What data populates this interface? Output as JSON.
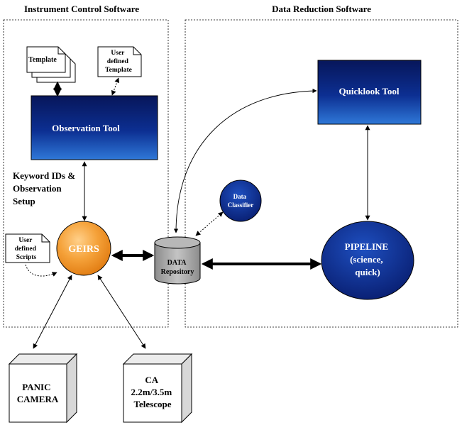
{
  "sections": {
    "instrument": "Instrument Control Software",
    "reduction": "Data Reduction Software"
  },
  "templates": {
    "template": "Template",
    "user_template": [
      "User",
      "defined",
      "Template"
    ]
  },
  "observation_tool": "Observation Tool",
  "quicklook_tool": "Quicklook Tool",
  "keyword_label": [
    "Keyword IDs &",
    "Observation",
    "Setup"
  ],
  "data_classifier": [
    "Data",
    "Classifier"
  ],
  "geirs": "GEIRS",
  "user_scripts": [
    "User",
    "defined",
    "Scripts"
  ],
  "repository": [
    "DATA",
    "Repository"
  ],
  "pipeline": [
    "PIPELINE",
    "(science,",
    "quick)"
  ],
  "panic_camera": [
    "PANIC",
    "CAMERA"
  ],
  "telescope": [
    "CA",
    "2.2m/3.5m",
    "Telescope"
  ],
  "colors": {
    "box_top": "#2a6fcf",
    "box_bottom": "#061a5e",
    "geirs": "#f39a2c",
    "pipeline": "#0a2a8a",
    "repository": "#a8a8a8"
  }
}
